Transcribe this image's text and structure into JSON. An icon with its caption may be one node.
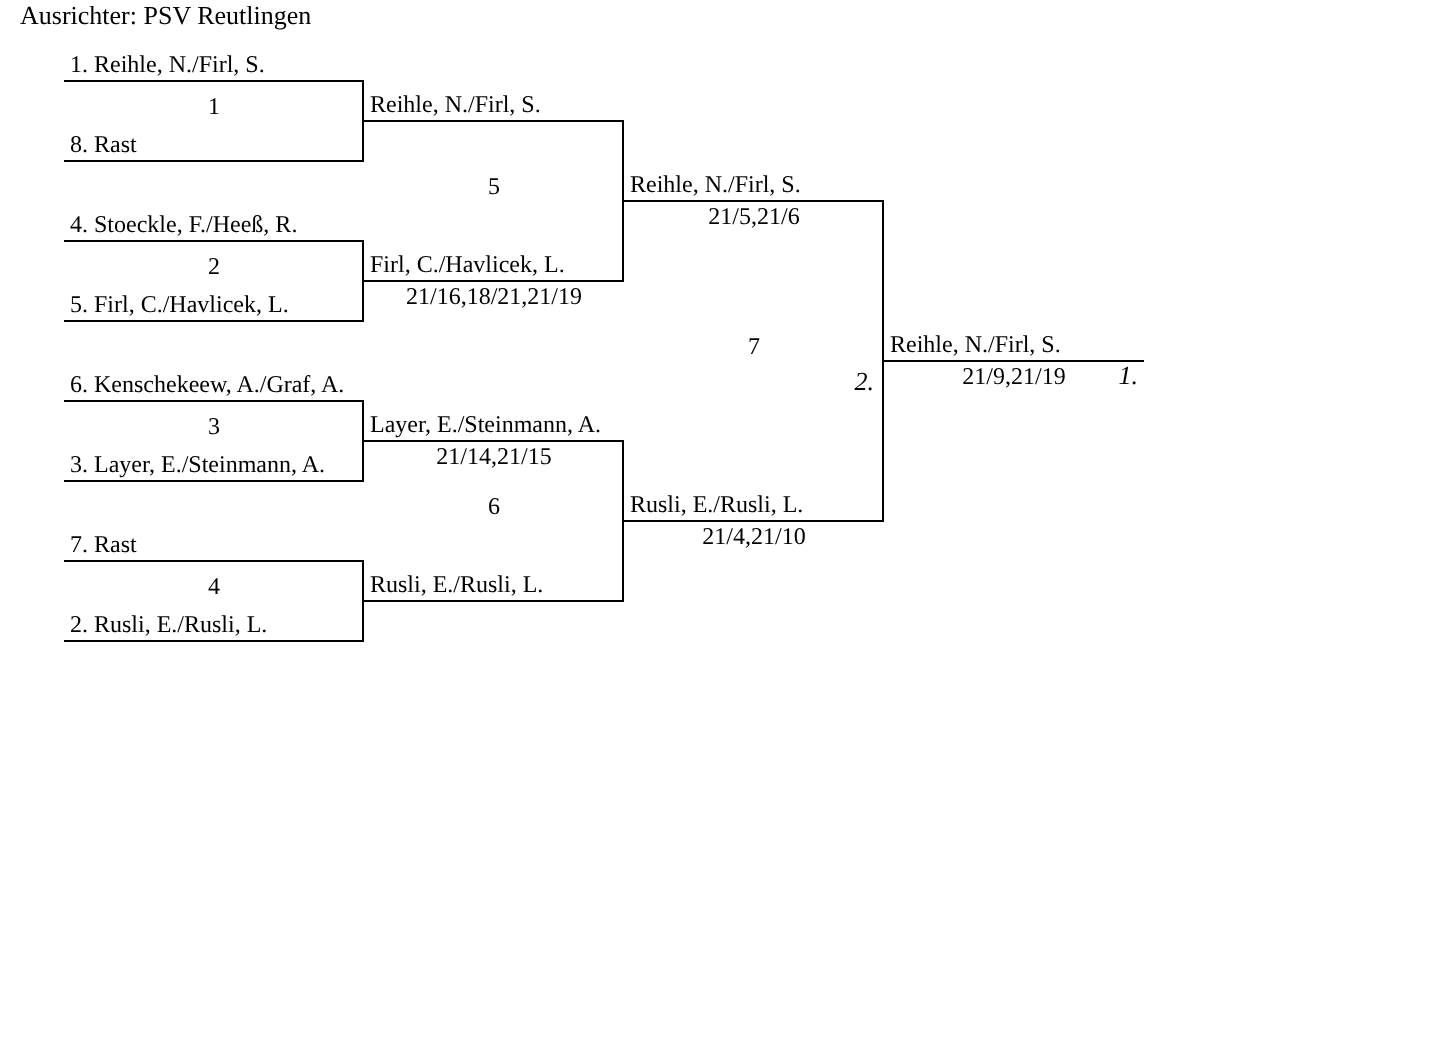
{
  "diagram": {
    "title": "Ausrichter: PSV Reutlingen",
    "nodes": [
      {
        "text": [
          "1. Reihle, N./Firl, S."
        ]
      },
      {
        "text": [
          "8. Rast"
        ]
      },
      {
        "text": [
          "4. Stoeckle, F./Heeß, R."
        ]
      },
      {
        "text": [
          "5. Firl, C./Havlicek, L."
        ]
      },
      {
        "text": [
          "6. Kenschekeew, A./Graf, A."
        ]
      },
      {
        "text": [
          "3. Layer, E./Steinmann, A."
        ]
      },
      {
        "text": [
          "7. Rast"
        ]
      },
      {
        "text": [
          "2. Rusli, E./Rusli, L."
        ]
      },
      {
        "text": [
          "Reihle, N./Firl, S."
        ]
      },
      {
        "text": [
          "Firl, C./Havlicek, L."
        ],
        "beside": [
          "21/16,18/21,21/19"
        ]
      },
      {
        "text": [
          "Layer, E./Steinmann, A."
        ],
        "beside": [
          "21/14,21/15"
        ]
      },
      {
        "text": [
          "Rusli, E./Rusli, L."
        ]
      },
      {
        "text": [
          "Reihle, N./Firl, S."
        ],
        "beside": [
          "21/5,21/6"
        ]
      },
      {
        "text": [
          "Rusli, E./Rusli, L."
        ],
        "beside": [
          "21/4,21/10"
        ]
      },
      {
        "text": [
          "Reihle, N./Firl, S."
        ],
        "beside": [
          "21/9,21/19",
          "1."
        ]
      }
    ],
    "edges": [
      {
        "from": 0,
        "to": 8,
        "arrow": "none"
      },
      {
        "from": 1,
        "to": 8,
        "arrow": "none"
      },
      {
        "from": 2,
        "to": 9,
        "arrow": "none"
      },
      {
        "from": 3,
        "to": 9,
        "arrow": "none"
      },
      {
        "from": 4,
        "to": 10,
        "arrow": "none"
      },
      {
        "from": 5,
        "to": 10,
        "arrow": "none"
      },
      {
        "from": 6,
        "to": 11,
        "arrow": "none"
      },
      {
        "from": 7,
        "to": 11,
        "arrow": "none"
      },
      {
        "from": 8,
        "to": 12,
        "arrow": "none"
      },
      {
        "from": 9,
        "to": 12,
        "arrow": "none"
      },
      {
        "from": 10,
        "to": 13,
        "arrow": "none"
      },
      {
        "from": 11,
        "to": 13,
        "arrow": "none"
      },
      {
        "from": 12,
        "to": 14,
        "arrow": "none"
      },
      {
        "from": 13,
        "to": 14,
        "arrow": "none"
      }
    ],
    "labels": [
      "1",
      "5",
      "2",
      "7",
      "2.",
      "3",
      "6",
      "4"
    ]
  }
}
